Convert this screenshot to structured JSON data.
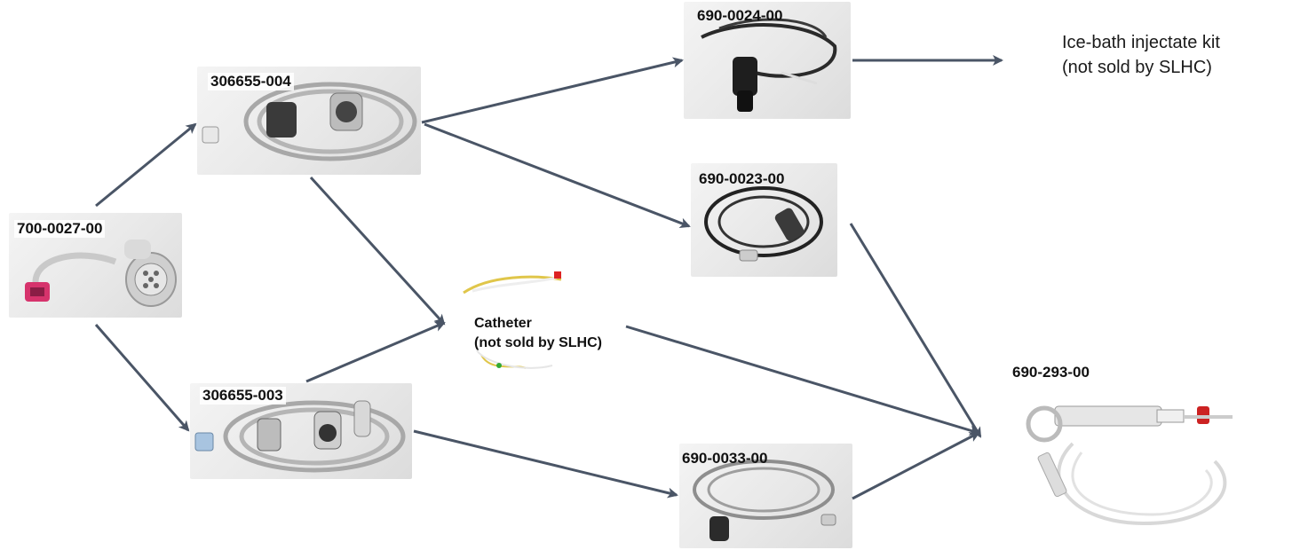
{
  "parts": {
    "p700": "700-0027-00",
    "p306_004": "306655-004",
    "p306_003": "306655-003",
    "p690_0024": "690-0024-00",
    "p690_0023": "690-0023-00",
    "p690_0033": "690-0033-00",
    "p690_293": "690-293-00"
  },
  "catheter": {
    "line1": "Catheter",
    "line2": "(not sold by SLHC)"
  },
  "icebath": {
    "line1": "Ice-bath injectate kit",
    "line2": "(not sold by SLHC)"
  },
  "colors": {
    "arrow": "#4a5566",
    "cable_grey": "#9a9a9a",
    "cable_black": "#2a2a2a",
    "connector_pink": "#d6336c"
  }
}
